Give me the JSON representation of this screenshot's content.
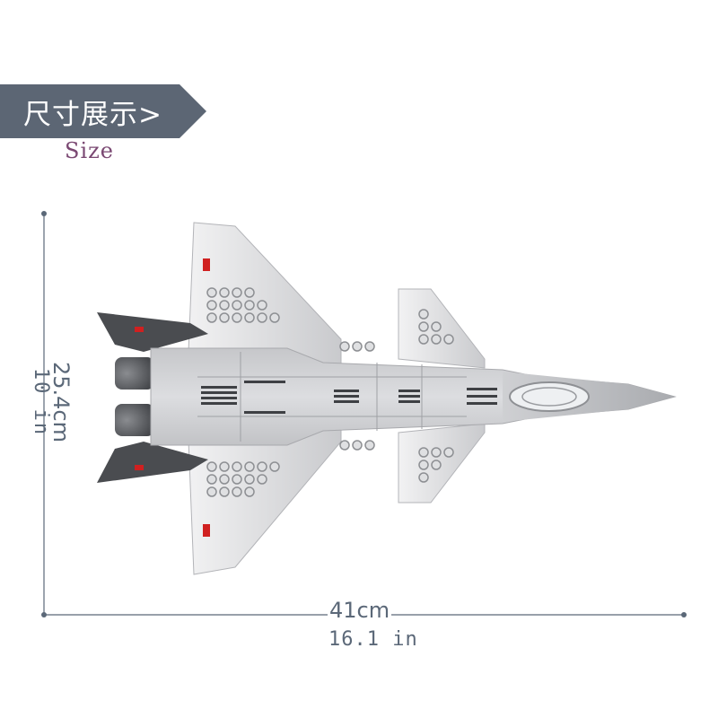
{
  "header": {
    "title": "尺寸展示>",
    "subtitle": "Size"
  },
  "dimensions": {
    "height_cm": "25.4cm",
    "height_in": "10 in",
    "width_cm": "41cm",
    "width_in": "16.1 in"
  },
  "colors": {
    "banner": "#5c6674",
    "subtitle": "#7a4872",
    "dimension_line": "#5b6878",
    "body_gray": "#d7d8da",
    "dark_gray": "#4a4c50",
    "roundel_red": "#d02020"
  },
  "product": {
    "icon": "fighter-jet-model-top-view"
  }
}
